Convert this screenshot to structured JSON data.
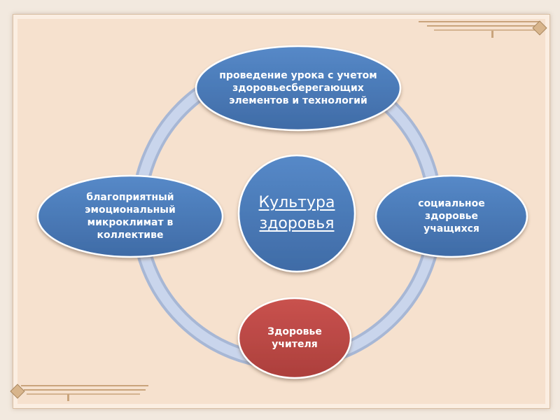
{
  "diagram": {
    "center": {
      "label": "Культура здоровья"
    },
    "nodes": [
      {
        "id": "top",
        "label": "проведение урока с учетом здоровьесберегающих элементов и технологий"
      },
      {
        "id": "right",
        "label": "социальное здоровье учащихся"
      },
      {
        "id": "bottom",
        "label": "Здоровье учителя"
      },
      {
        "id": "left",
        "label": "благоприятный эмоциональный микроклимат в коллективе"
      }
    ]
  },
  "colors": {
    "background": "#f6e1ce",
    "node_blue": "#4a7ab8",
    "node_red": "#be4b48",
    "ring": "#b8c7e3",
    "ornament": "#c9a47c"
  }
}
